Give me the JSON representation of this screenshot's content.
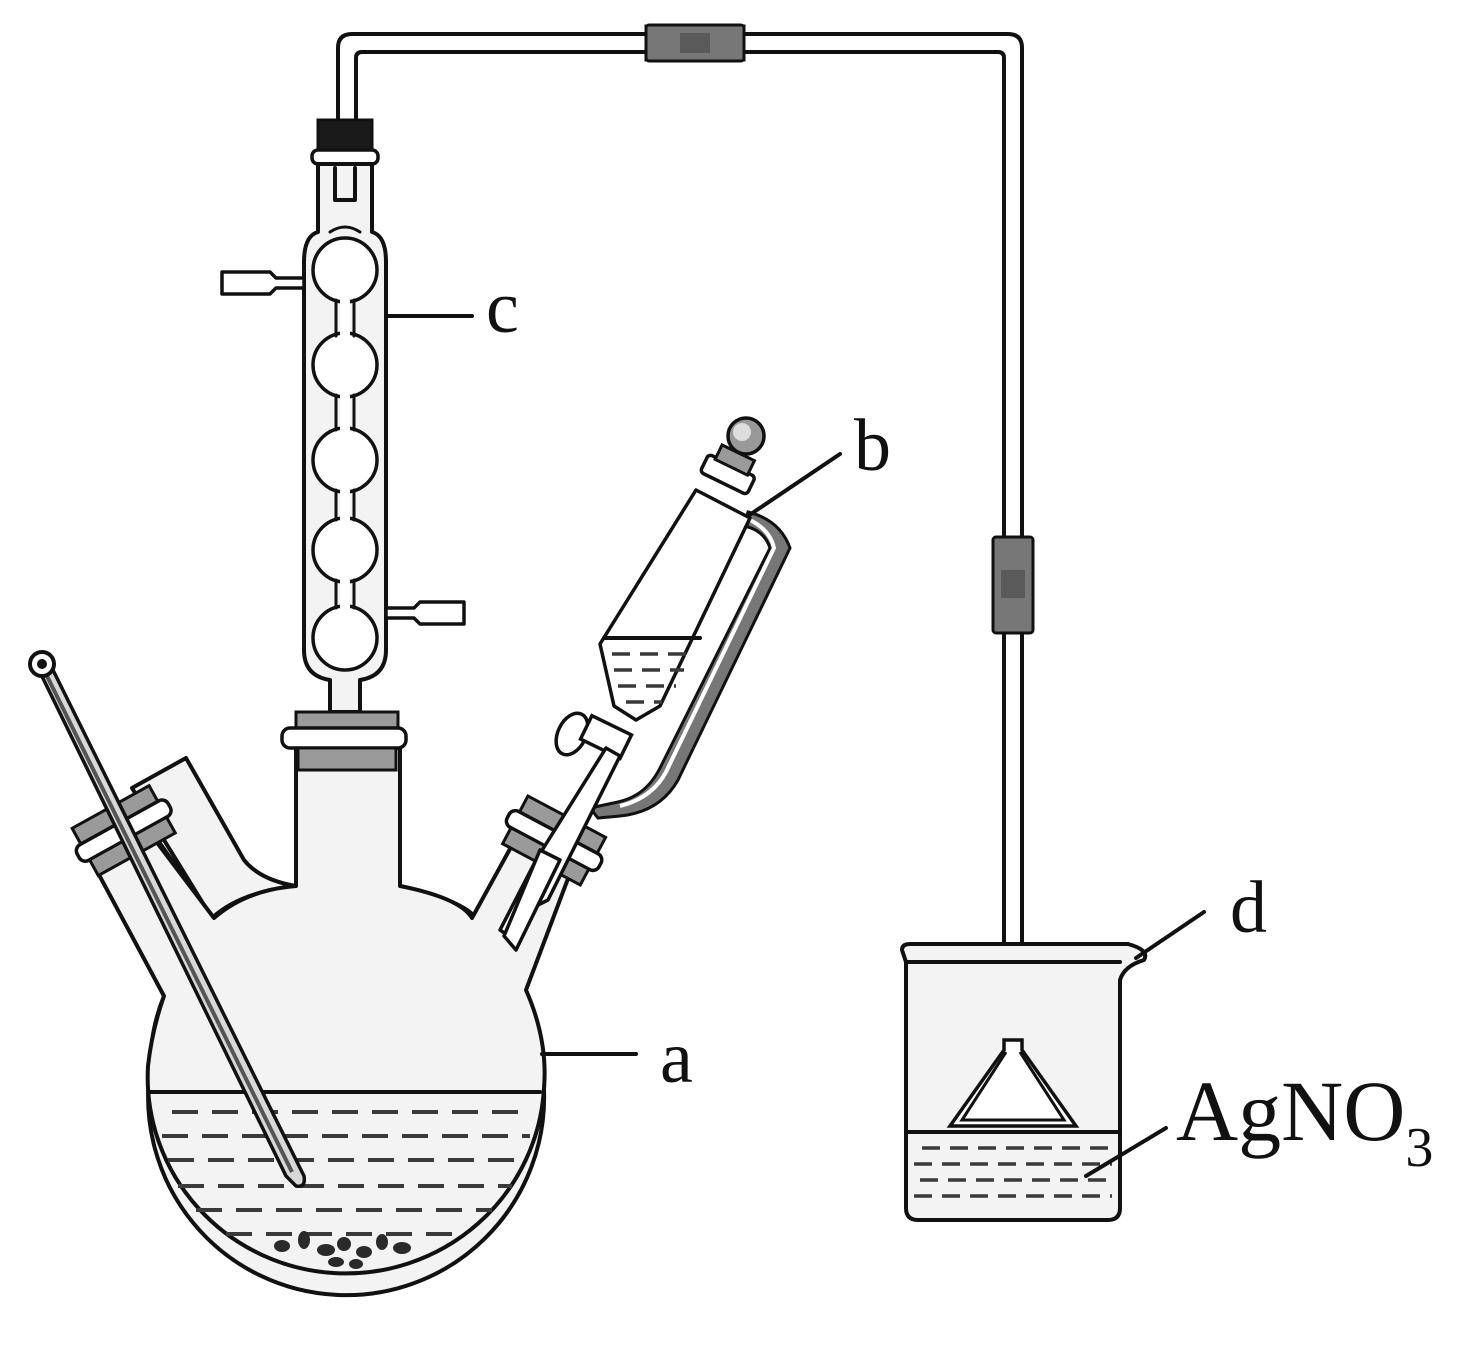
{
  "labels": {
    "flask": "a",
    "dropping_funnel": "b",
    "condenser": "c",
    "beaker": "d",
    "beaker_solution_main": "AgNO",
    "beaker_solution_subscript": "3"
  },
  "colors": {
    "ink": "#111111",
    "glass": "#f3f3f3",
    "rubber": "#777777",
    "liquid_dash": "#3a3a3a"
  }
}
